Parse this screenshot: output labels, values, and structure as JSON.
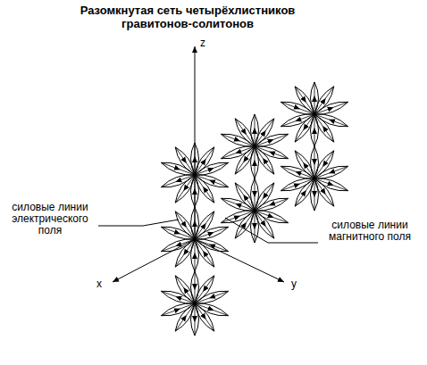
{
  "diagram": {
    "title": "Разомкнутая сеть четырёхлистников гравитонов-солитонов",
    "labels": [
      "z",
      "x",
      "y",
      "силовые линии электрического поля",
      "силовые линии магнитного поля"
    ]
  }
}
